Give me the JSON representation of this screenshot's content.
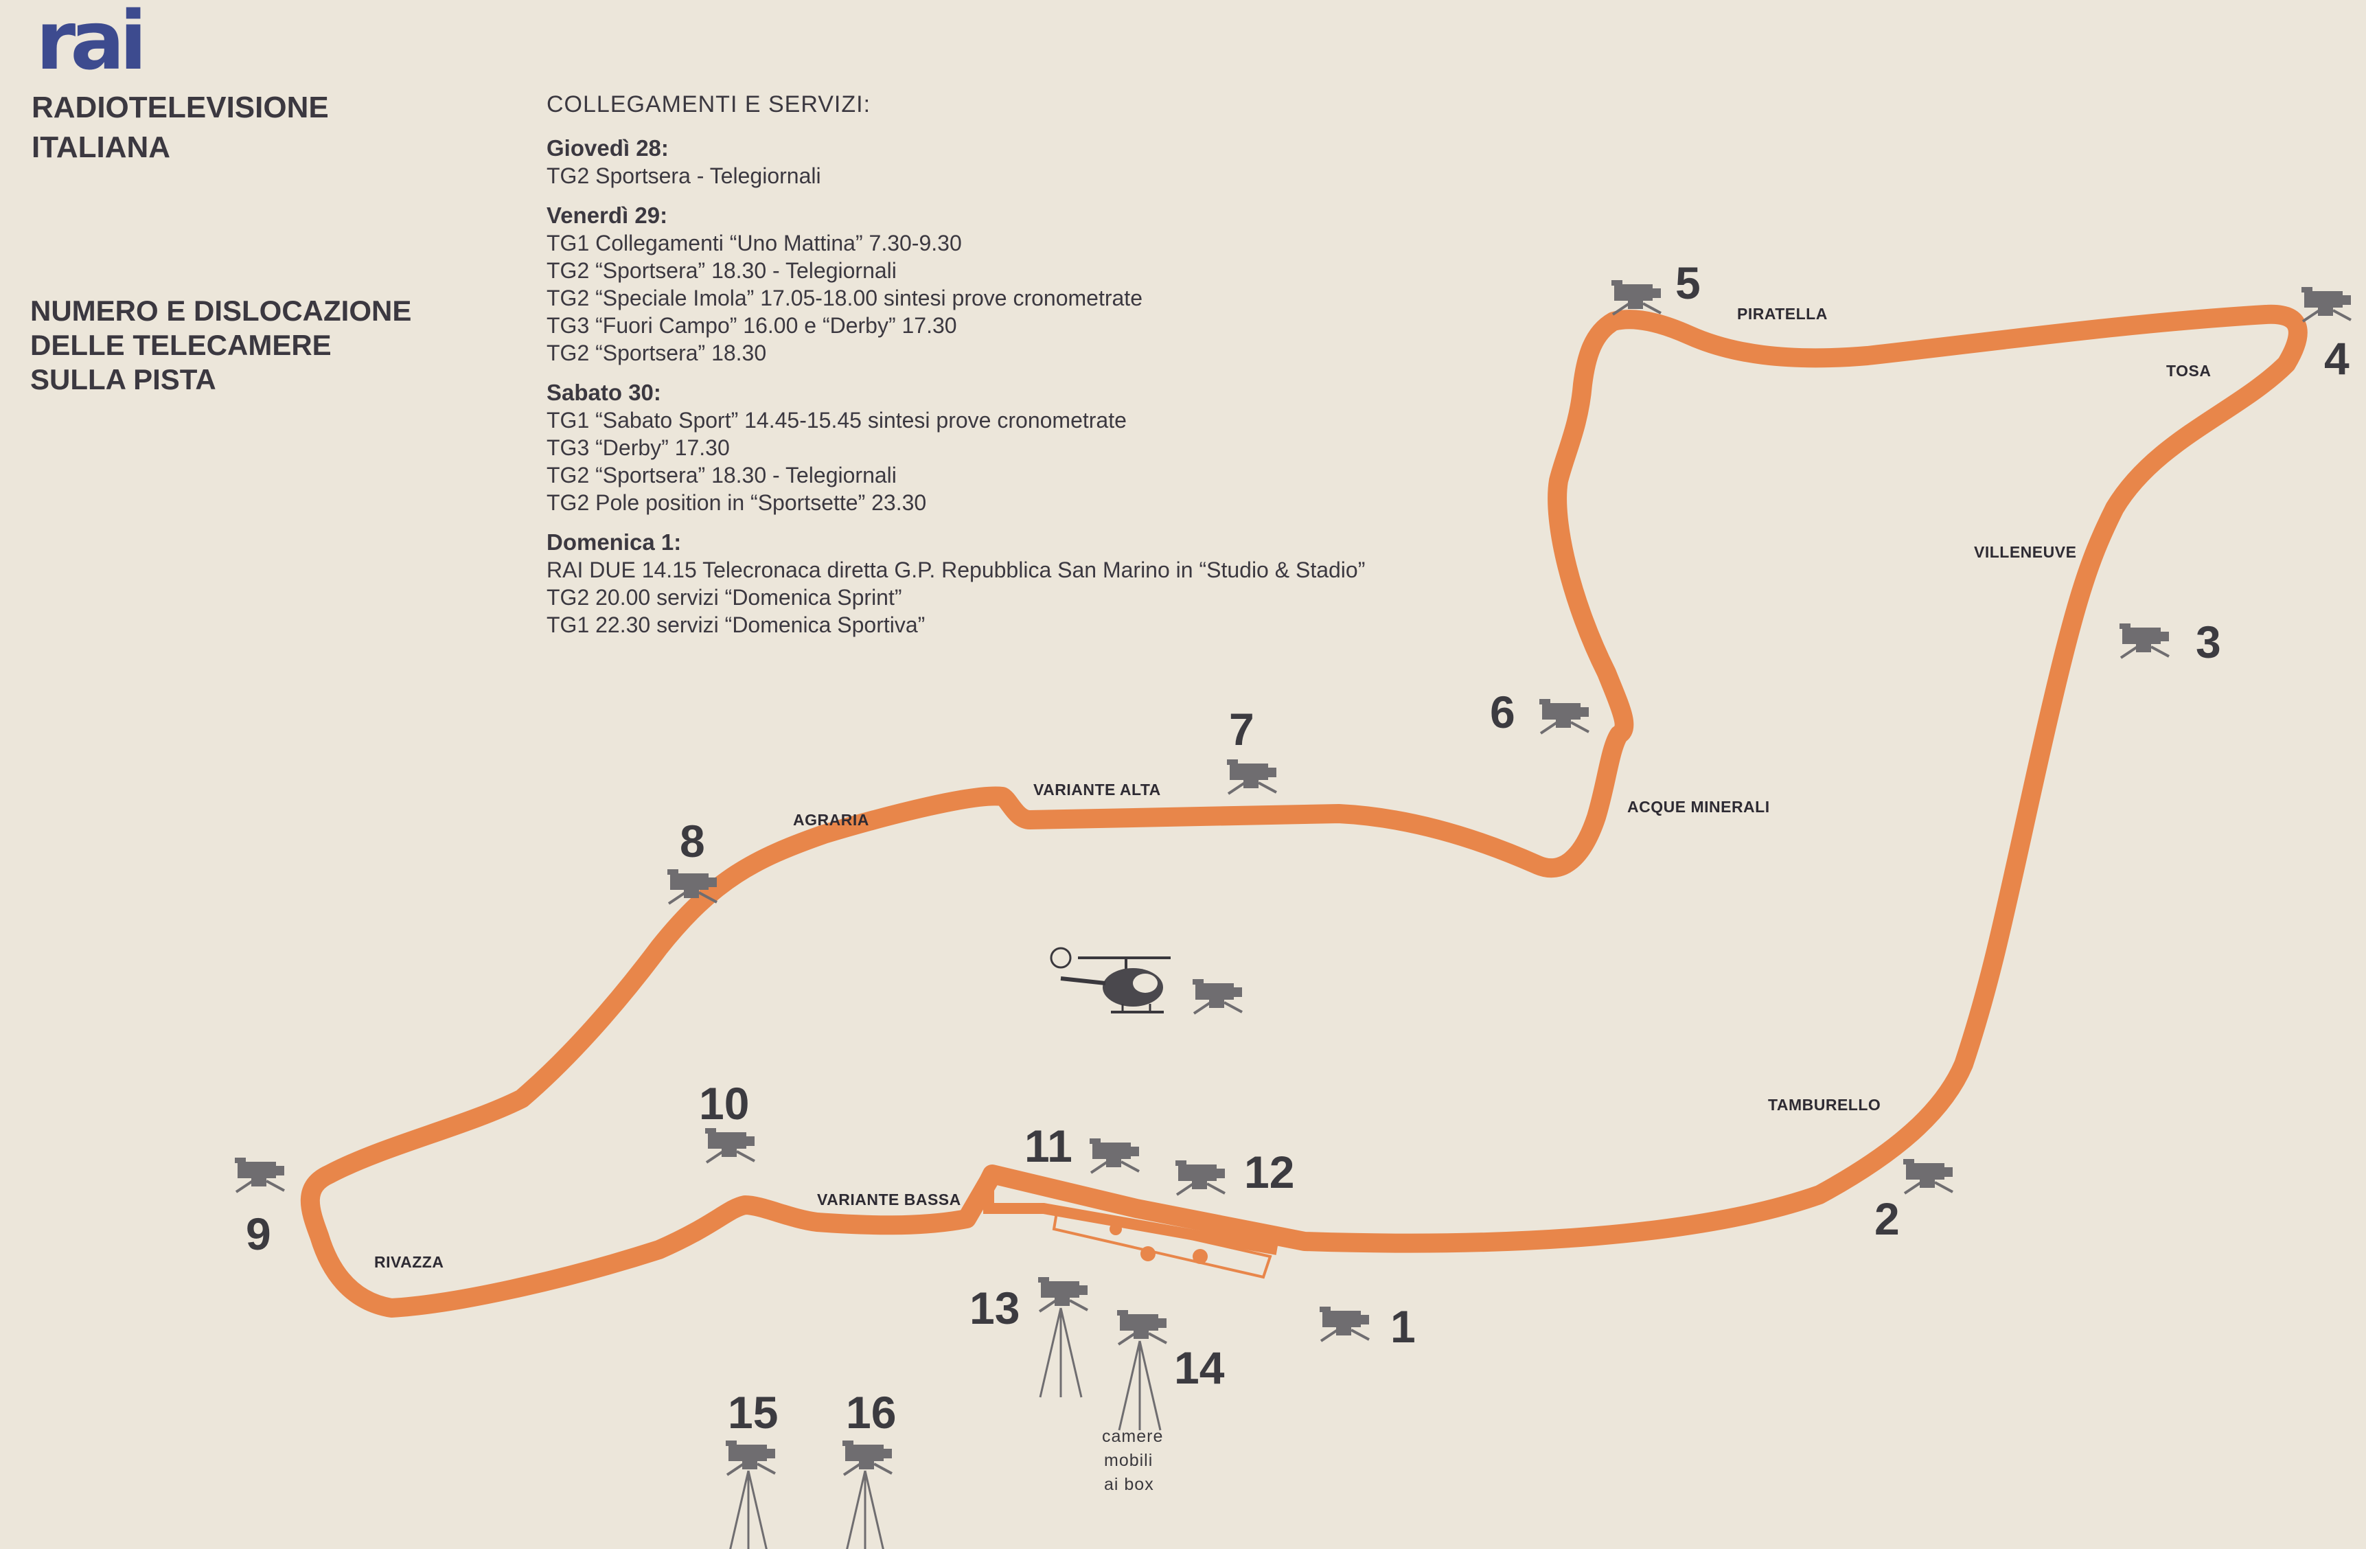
{
  "header": {
    "logo": "rai",
    "org_line1": "RADIOTELEVISIONE",
    "org_line2": "ITALIANA",
    "subtitle_line1": "NUMERO E DISLOCAZIONE",
    "subtitle_line2": "DELLE TELECAMERE",
    "subtitle_line3": "SULLA PISTA"
  },
  "schedule": {
    "title": "COLLEGAMENTI E SERVIZI:",
    "days": [
      {
        "title": "Giovedì 28:",
        "lines": [
          "TG2 Sportsera - Telegiornali"
        ]
      },
      {
        "title": "Venerdì 29:",
        "lines": [
          "TG1 Collegamenti “Uno Mattina” 7.30-9.30",
          "TG2 “Sportsera” 18.30 - Telegiornali",
          "TG2 “Speciale Imola” 17.05-18.00 sintesi prove cronometrate",
          "TG3 “Fuori Campo” 16.00 e “Derby” 17.30",
          "TG2 “Sportsera” 18.30"
        ]
      },
      {
        "title": "Sabato 30:",
        "lines": [
          "TG1 “Sabato Sport” 14.45-15.45 sintesi prove cronometrate",
          "TG3 “Derby” 17.30",
          "TG2 “Sportsera” 18.30 - Telegiornali",
          "TG2 Pole position in “Sportsette” 23.30"
        ]
      },
      {
        "title": "Domenica 1:",
        "lines": [
          "RAI DUE 14.15 Telecronaca diretta G.P. Repubblica San Marino in “Studio & Stadio”",
          "TG2 20.00 servizi “Domenica Sprint”",
          "TG1 22.30 servizi “Domenica Sportiva”"
        ]
      }
    ]
  },
  "map": {
    "track_color": "#e8864a",
    "corners": [
      "PIRATELLA",
      "TOSA",
      "VILLENEUVE",
      "ACQUE MINERALI",
      "VARIANTE ALTA",
      "AGRARIA",
      "TAMBURELLO",
      "VARIANTE BASSA",
      "RIVAZZA"
    ],
    "cameras": [
      "1",
      "2",
      "3",
      "4",
      "5",
      "6",
      "7",
      "8",
      "9",
      "10",
      "11",
      "12",
      "13",
      "14",
      "15",
      "16"
    ],
    "note_lines": [
      "camere",
      "mobili",
      "ai box"
    ],
    "icons": [
      "camera-icon",
      "tripod-icon",
      "helicopter-icon"
    ]
  }
}
